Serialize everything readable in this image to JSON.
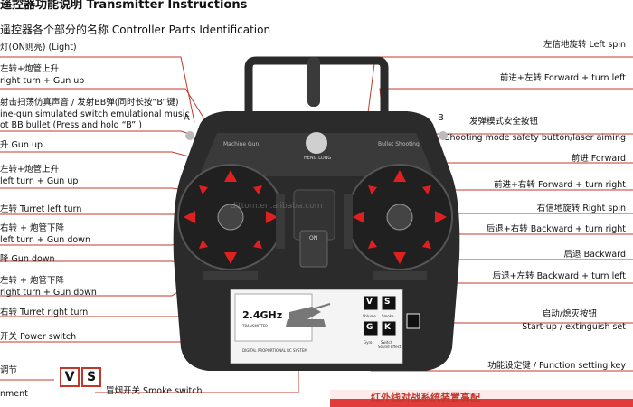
{
  "header": {
    "title": "遥控器功能说明   Transmitter Instructions",
    "subtitle": "遥控器各个部分的名称   Controller Parts Identification"
  },
  "left_labels": [
    "灯(ON则亮) (Light)",
    "左转+炮管上升",
    "right turn + Gun up",
    "射击扫荡仿真声音 / 发射BB弹(同时长按“B”键)",
    "ine-gun simulated switch emulational music",
    "ot BB bullet (Press and hold “B” )",
    "升 Gun up",
    "左转+炮管上升",
    "left turn + Gun up",
    "左转 Turret left turn",
    "右转 + 炮管下降",
    "left turn + Gun down",
    "降 Gun down",
    "左转 + 炮管下降",
    "right turn + Gun down",
    "右转 Turret right turn",
    "开关 Power switch",
    "调节",
    "nment"
  ],
  "right_labels": [
    "左信地旋转 Left spin",
    "前进+左转  Forward + turn left",
    "发弹模式安全按钮",
    "Shooting mode safety button/laser aiming",
    "前进  Forward",
    "前进+右转  Forward + turn right",
    "右信地旋转  Right spin",
    "后退+右转  Backward + turn right",
    "后退  Backward",
    "后退+左转  Backward + turn left",
    "启动/熄灭按钮",
    "Start-up / extinguish set",
    "功能设定键 / Function setting key"
  ],
  "smoke": {
    "label": "冒烟开关 Smoke switch",
    "v": "V",
    "s": "S"
  },
  "transmitter": {
    "brand": "HENG LONG",
    "marker_a": "A",
    "marker_b": "B",
    "machine_gun": "Machine Gun",
    "bullet_shooting": "Bullet Shooting",
    "on_label": "ON",
    "freq": "2.4GHz",
    "freq_sub": "TRANSMITTER",
    "system": "DIGITAL PROPORTIONAL RC SYSTEM",
    "watermark": "dittom.en.alibaba.com",
    "btn_v": "V",
    "btn_s": "S",
    "btn_g": "G",
    "btn_k": "K",
    "cap_volume": "Volume",
    "cap_smoke": "Smoke",
    "cap_gyro": "Gyro",
    "cap_switch": "Switch",
    "cap_sound": "Sound Effect"
  },
  "colors": {
    "accent": "#c0392b",
    "arrow": "#e02020",
    "body": "#2b2b2b"
  },
  "footer": {
    "banner_text": "红外线对战系统装置高配"
  }
}
